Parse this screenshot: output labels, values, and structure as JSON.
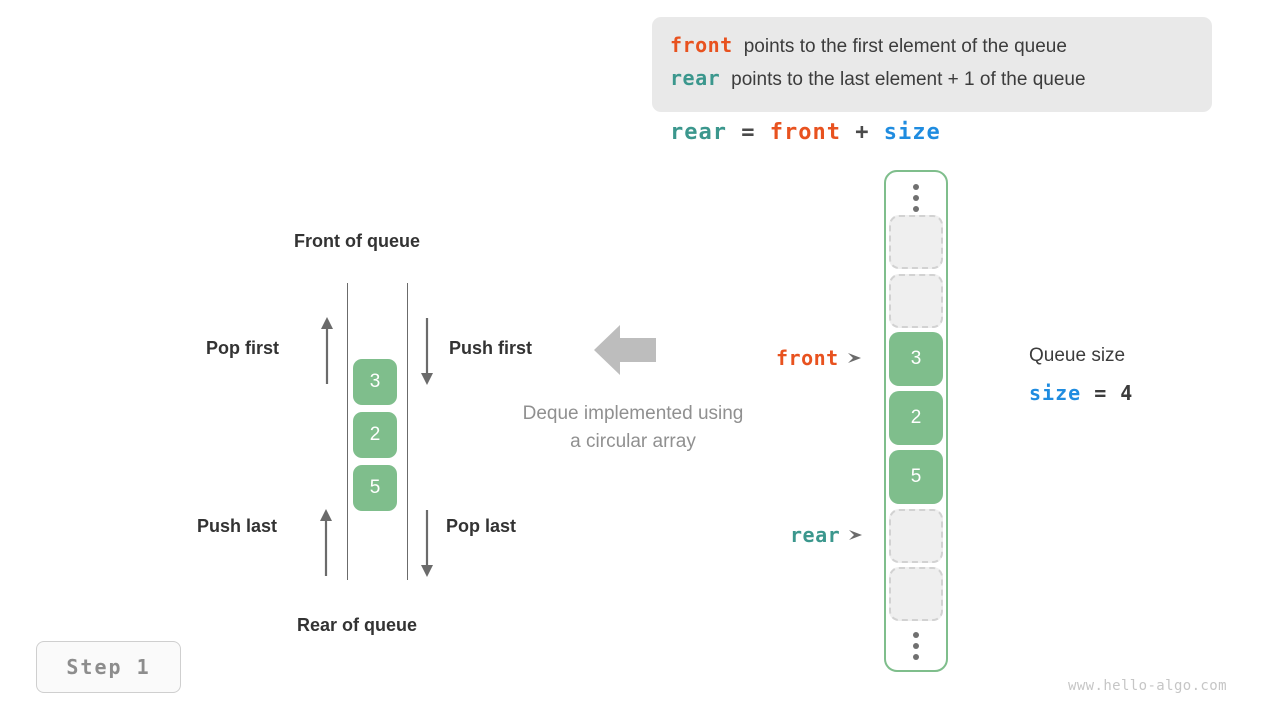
{
  "legend": {
    "lines": [
      {
        "keyword": "front",
        "text": "points to the first element of the queue",
        "color": "#e8521f"
      },
      {
        "keyword": "rear",
        "text": "points to the last element + 1 of the queue",
        "color": "#3b978d"
      }
    ]
  },
  "equation": {
    "lhs": "rear",
    "eq": "=",
    "rhs1": "front",
    "plus": "+",
    "rhs2": "size"
  },
  "deque": {
    "front_title": "Front of queue",
    "rear_title": "Rear of queue",
    "operations": {
      "pop_first": "Pop first",
      "push_first": "Push first",
      "push_last": "Push last",
      "pop_last": "Pop last"
    },
    "cells": [
      "3",
      "2",
      "5"
    ],
    "caption_line1": "Deque implemented using",
    "caption_line2": "a circular array"
  },
  "array": {
    "top_ellipsis": "vertical-ellipsis",
    "bottom_ellipsis": "vertical-ellipsis",
    "cells": [
      {
        "value": "",
        "state": "empty"
      },
      {
        "value": "",
        "state": "empty"
      },
      {
        "value": "3",
        "state": "filled"
      },
      {
        "value": "2",
        "state": "filled"
      },
      {
        "value": "5",
        "state": "filled"
      },
      {
        "value": "",
        "state": "empty"
      },
      {
        "value": "",
        "state": "empty"
      }
    ],
    "pointers": {
      "front": "front",
      "rear": "rear"
    }
  },
  "queue_size": {
    "label": "Queue size",
    "var": "size",
    "eq": "=",
    "value": "4"
  },
  "step": {
    "label": "Step 1"
  },
  "footer": {
    "url": "www.hello-algo.com"
  },
  "colors": {
    "front": "#e8521f",
    "rear": "#3b978d",
    "size": "#1f8ce0",
    "element": "#7fbe8c",
    "empty_cell": "#efefef",
    "panel": "#e9e9e9",
    "muted": "#909090"
  }
}
